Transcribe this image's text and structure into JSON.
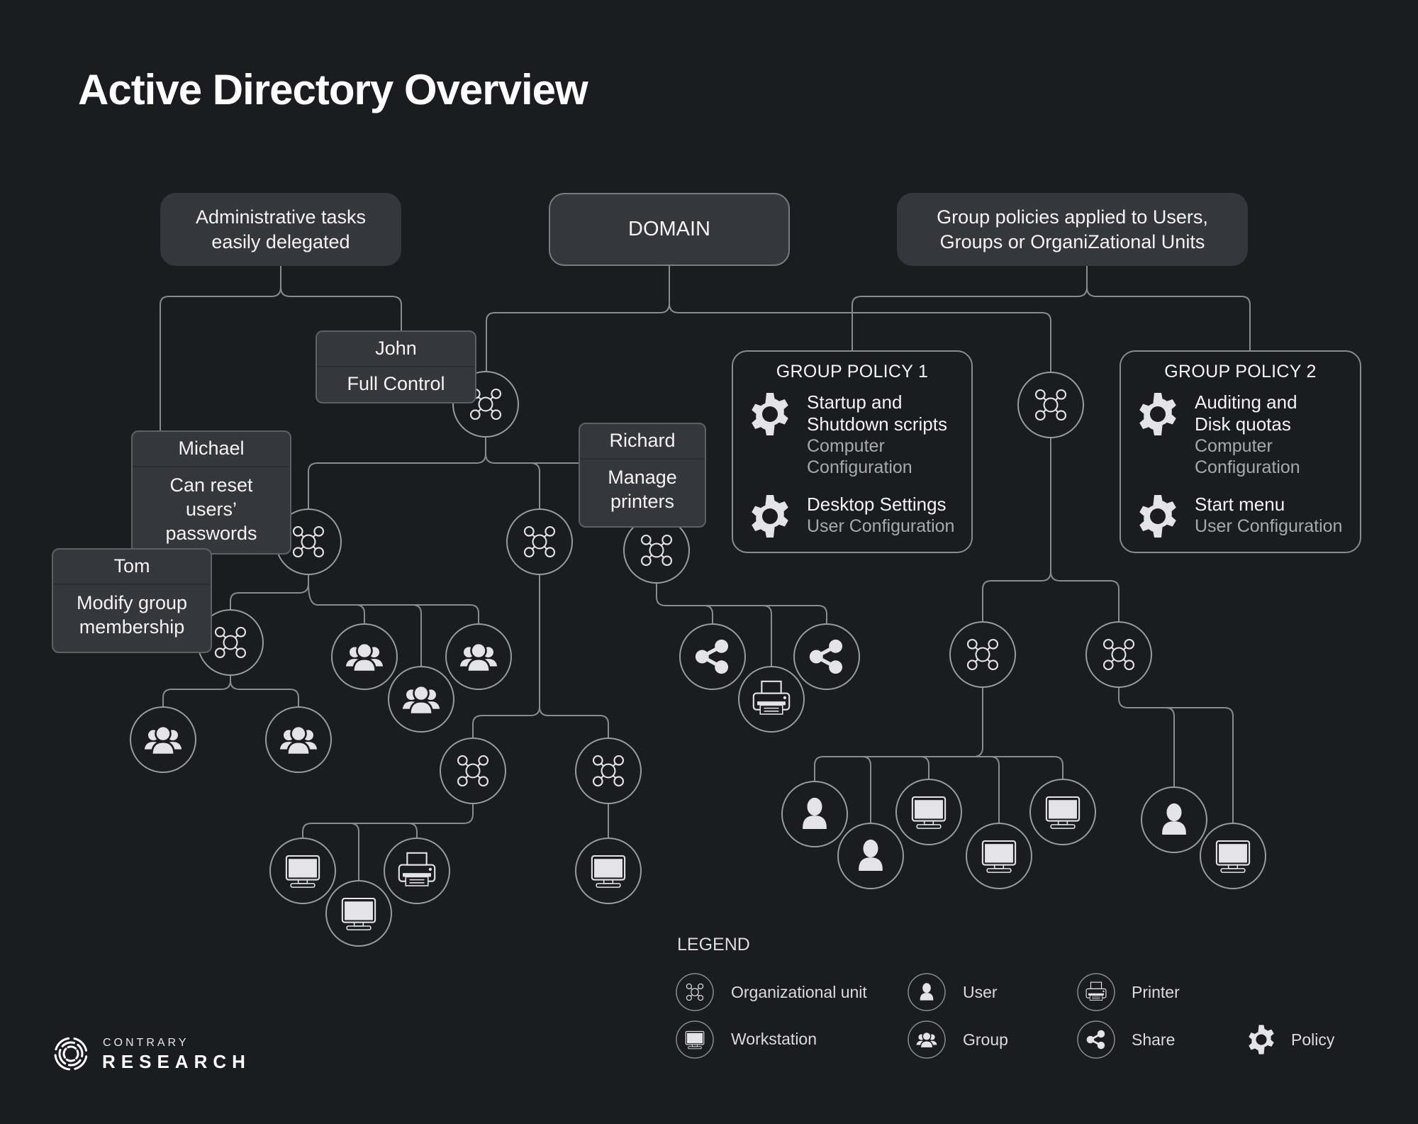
{
  "title": "Active Directory Overview",
  "top_boxes": {
    "admin": [
      "Administrative tasks",
      "easily delegated"
    ],
    "domain": "DOMAIN",
    "policies": [
      "Group policies applied to Users,",
      "Groups or OrganiZational Units"
    ]
  },
  "delegates": {
    "john": {
      "name": "John",
      "role": [
        "Full Control"
      ]
    },
    "michael": {
      "name": "Michael",
      "role": [
        "Can reset",
        "users’",
        "passwords"
      ]
    },
    "tom": {
      "name": "Tom",
      "role": [
        "Modify group",
        "membership"
      ]
    },
    "richard": {
      "name": "Richard",
      "role": [
        "Manage",
        "printers"
      ]
    }
  },
  "group_policies": [
    {
      "title": "GROUP POLICY 1",
      "items": [
        {
          "name": [
            "Startup and",
            "Shutdown scripts"
          ],
          "scope": [
            "Computer",
            "Configuration"
          ]
        },
        {
          "name": [
            "Desktop Settings"
          ],
          "scope": [
            "User Configuration"
          ]
        }
      ]
    },
    {
      "title": "GROUP POLICY 2",
      "items": [
        {
          "name": [
            "Auditing and",
            "Disk quotas"
          ],
          "scope": [
            "Computer",
            "Configuration"
          ]
        },
        {
          "name": [
            "Start menu"
          ],
          "scope": [
            "User Configuration"
          ]
        }
      ]
    }
  ],
  "legend": {
    "title": "LEGEND",
    "items": [
      {
        "icon": "ou",
        "label": "Organizational unit"
      },
      {
        "icon": "user",
        "label": "User"
      },
      {
        "icon": "printer",
        "label": "Printer"
      },
      {
        "icon": "workstation",
        "label": "Workstation"
      },
      {
        "icon": "group",
        "label": "Group"
      },
      {
        "icon": "share",
        "label": "Share"
      },
      {
        "icon": "policy",
        "label": "Policy"
      }
    ]
  },
  "brand": {
    "line1": "CONTRARY",
    "line2": "RESEARCH"
  },
  "colors": {
    "background": "#1b1c20",
    "box": "#36373c",
    "line": "#8a8b90",
    "icon": "#e4e4e6"
  }
}
